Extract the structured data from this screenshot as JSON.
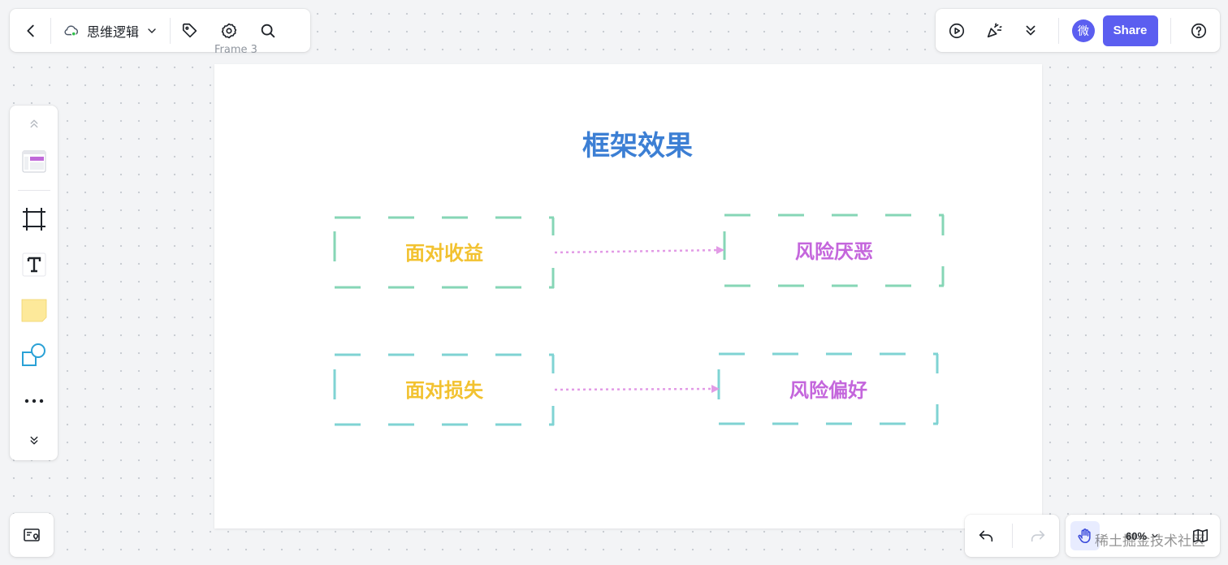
{
  "toolbar": {
    "doc_title": "思维逻辑"
  },
  "header_right": {
    "avatar_text": "微",
    "share_label": "Share"
  },
  "frame": {
    "label": "Frame 3"
  },
  "board": {
    "title": "框架效果",
    "nodes": {
      "face_gain": "面对收益",
      "risk_averse": "风险厌恶",
      "face_loss": "面对损失",
      "risk_seeking": "风险偏好"
    }
  },
  "zoom": {
    "value": "60%"
  },
  "watermark": "稀土掘金技术社区",
  "colors": {
    "accent": "#5b5ef0",
    "title": "#3c7fd4",
    "gain_loss_text": "#f2c230",
    "risk_text": "#c466dc",
    "dashed_border_top": "#86d6b6",
    "dashed_border_bottom": "#7fd3d3",
    "arrow": "#e29be6"
  }
}
